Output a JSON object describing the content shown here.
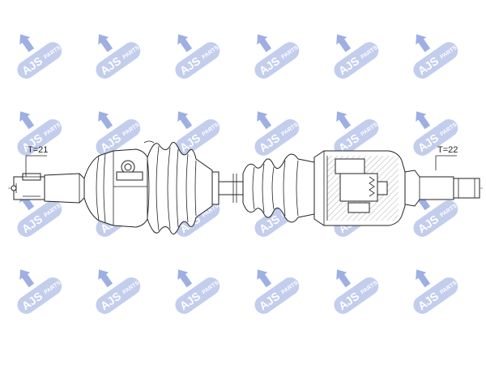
{
  "watermark": {
    "brand": "AJS",
    "suffix": "PARTS",
    "badge_color": "#b9c6ea",
    "emblem_color": "#8ea2de"
  },
  "labels": {
    "left_spline": "T=21",
    "right_spline": "T=22"
  },
  "colors": {
    "line": "#222222",
    "hatch": "#9a9a9a"
  }
}
